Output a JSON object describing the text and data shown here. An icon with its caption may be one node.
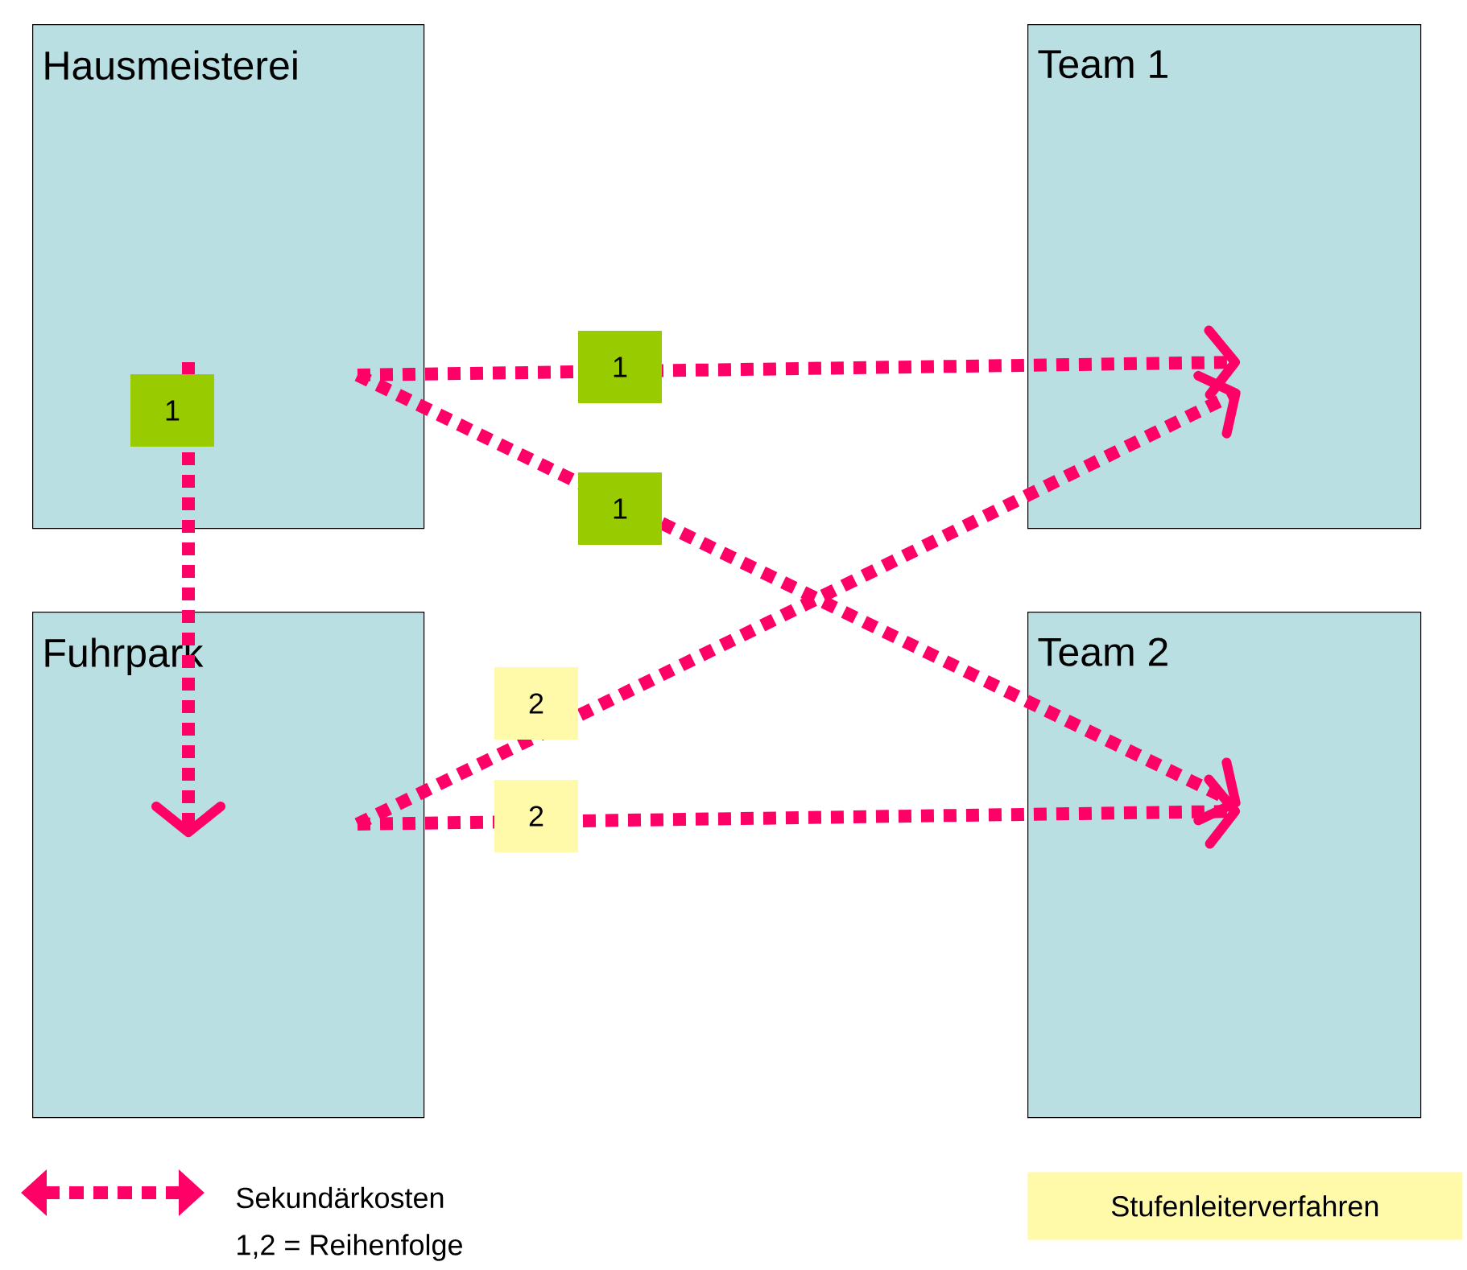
{
  "diagram": {
    "nodes": [
      {
        "text": [
          "Hausmeisterei"
        ]
      },
      {
        "text": [
          "Fuhrpark"
        ]
      },
      {
        "text": [
          "Team 1"
        ]
      },
      {
        "text": [
          "Team 2"
        ]
      },
      {
        "text": [
          "Stufenleiterverfahren"
        ]
      }
    ],
    "edges": [
      {
        "from": 0,
        "to": 1,
        "arrow": "to",
        "label": "1"
      },
      {
        "from": 0,
        "to": 2,
        "arrow": "to",
        "label": "1"
      },
      {
        "from": 0,
        "to": 3,
        "arrow": "to",
        "label": "1"
      },
      {
        "from": 1,
        "to": 2,
        "arrow": "to",
        "label": "2"
      },
      {
        "from": 1,
        "to": 3,
        "arrow": "to",
        "label": "2"
      }
    ],
    "labels": [
      "1,2 = Reihenfolge"
    ],
    "legend": [
      {
        "text": "Sekundärkosten"
      }
    ]
  }
}
